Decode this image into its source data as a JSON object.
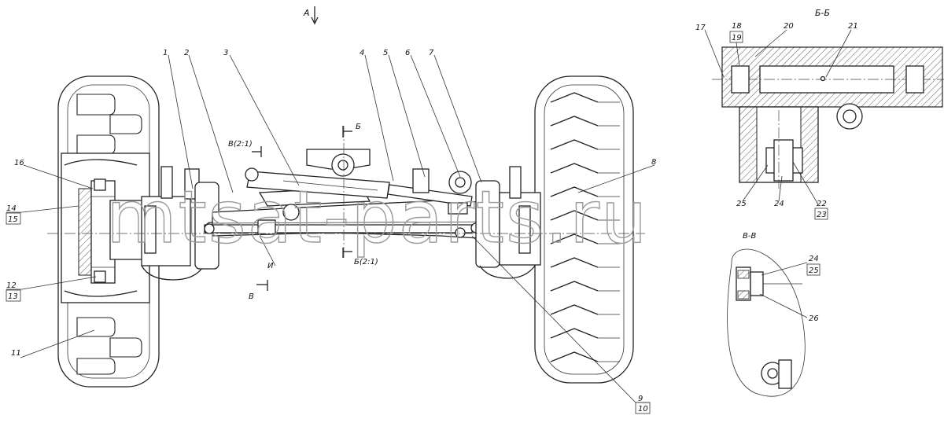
{
  "watermark": "mtsat-parts.ru",
  "views": {
    "view_a": "А",
    "section_bb": "Б-Б",
    "section_vv": "В-В",
    "cut_b_top": "Б",
    "cut_b_bottom": "Б(2:1)",
    "cut_v_top": "В(2:1)",
    "cut_v_bottom": "В",
    "detail_i": "И"
  },
  "callouts": {
    "c1": "1",
    "c2": "2",
    "c3": "3",
    "c4": "4",
    "c5": "5",
    "c6": "6",
    "c7": "7",
    "c8": "8",
    "c9": "9",
    "c10": "10",
    "c11": "11",
    "c12": "12",
    "c13": "13",
    "c14": "14",
    "c15": "15",
    "c16": "16",
    "c17": "17",
    "c18": "18",
    "c19": "19",
    "c20": "20",
    "c21": "21",
    "c22": "22",
    "c23": "23",
    "c24": "24",
    "c25": "25",
    "c24b": "24",
    "c25b": "25",
    "c26": "26"
  }
}
